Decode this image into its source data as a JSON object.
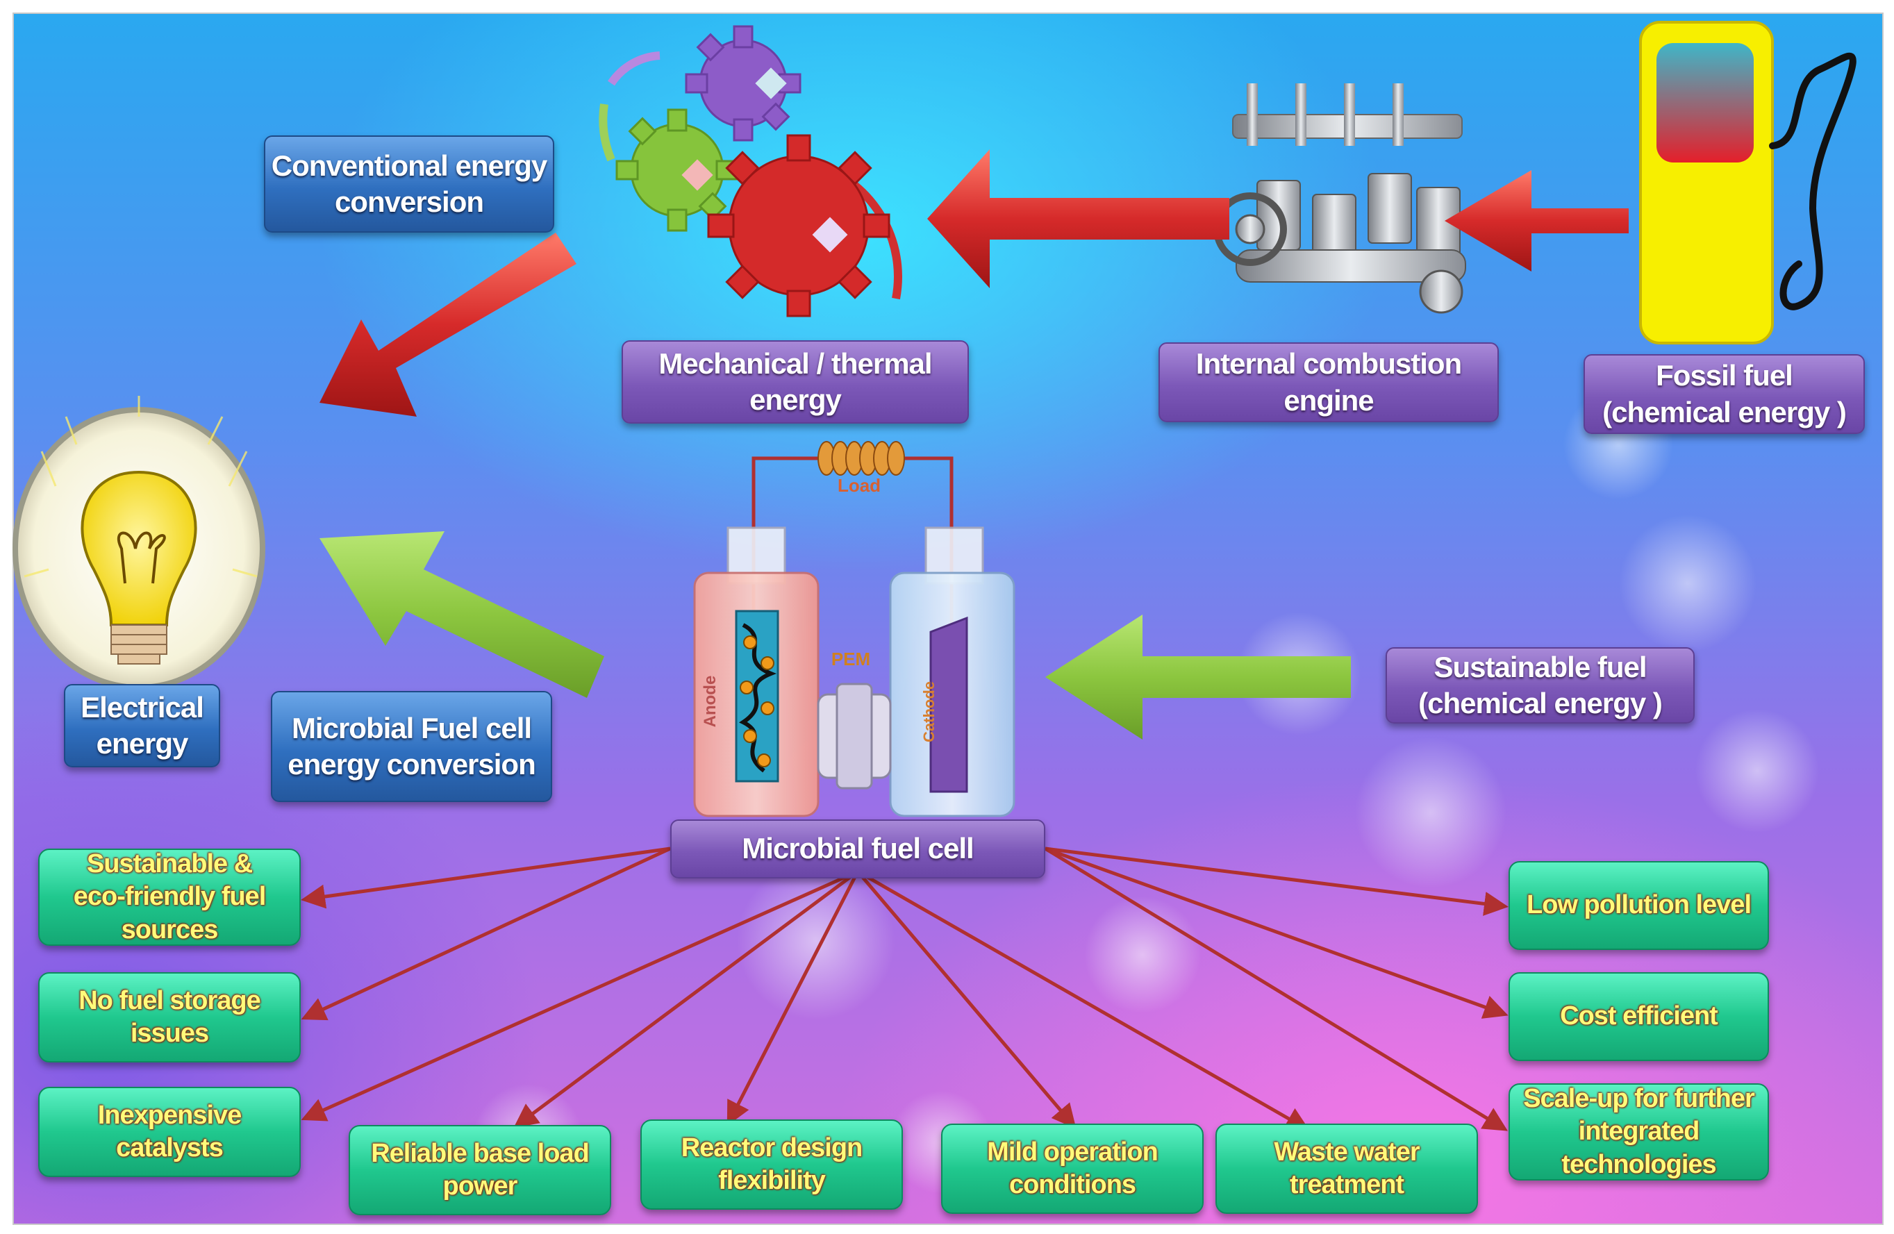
{
  "colors": {
    "red_arrow": "#cf2a2a",
    "green_arrow": "#8cc63f",
    "purple_box": "#7c58b8",
    "blue_box": "#2f6fbf",
    "green_box": "#20c88e",
    "green_box_text": "#fffb7a",
    "wire": "#b03030"
  },
  "top_row": {
    "fossil_fuel": "Fossil fuel\n(chemical energy )",
    "internal_combustion_engine": "Internal combustion\nengine",
    "mechanical_thermal_energy": "Mechanical / thermal\nenergy",
    "conventional_energy_conversion": "Conventional energy\nconversion"
  },
  "middle_row": {
    "electrical_energy": "Electrical\nenergy",
    "mfc_energy_conversion": "Microbial Fuel cell\nenergy conversion",
    "sustainable_fuel": "Sustainable fuel\n(chemical energy )",
    "mfc_title": "Microbial fuel cell"
  },
  "cell_labels": {
    "load": "Load",
    "pem": "PEM",
    "anode": "Anode",
    "cathode": "Cathode"
  },
  "advantages": {
    "left": [
      "Sustainable &\neco-friendly fuel\nsources",
      "No fuel storage\nissues",
      "Inexpensive\ncatalysts"
    ],
    "bottom": [
      "Reliable base load\npower",
      "Reactor design\nflexibility",
      "Mild operation\nconditions",
      "Waste water\ntreatment"
    ],
    "right": [
      "Low pollution level",
      "Cost efficient",
      "Scale-up for further\nintegrated\ntechnologies"
    ]
  },
  "icons": [
    "fuel-pump-icon",
    "engine-icon",
    "gears-icon",
    "light-bulb-icon",
    "fuel-cell-icon"
  ]
}
